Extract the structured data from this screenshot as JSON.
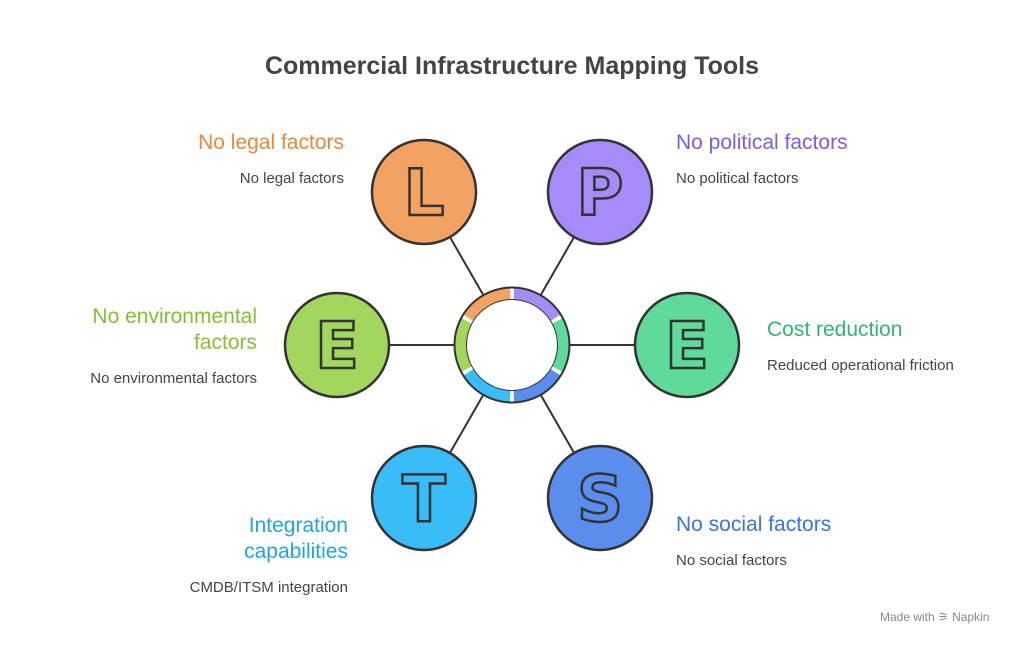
{
  "title": "Commercial Infrastructure Mapping Tools",
  "factors": [
    {
      "id": "legal",
      "letter": "L",
      "title": "No legal factors",
      "description": "No legal factors",
      "color": "#F4A261",
      "text_color": "#E8893A"
    },
    {
      "id": "political",
      "letter": "P",
      "title": "No political factors",
      "description": "No political factors",
      "color": "#A78BFA",
      "text_color": "#7B5CE6"
    },
    {
      "id": "economic",
      "letter": "E",
      "title": "Cost reduction",
      "description": "Reduced operational friction",
      "color": "#5EDB9A",
      "text_color": "#2FB574"
    },
    {
      "id": "social",
      "letter": "S",
      "title": "No social factors",
      "description": "No social factors",
      "color": "#5B8DEF",
      "text_color": "#3D73DA"
    },
    {
      "id": "technological",
      "letter": "T",
      "title": "Integration capabilities",
      "description": "CMDB/ITSM integration",
      "color": "#38BDF8",
      "text_color": "#1EA7DC"
    },
    {
      "id": "environmental",
      "letter": "E",
      "title": "No environmental factors",
      "description": "No environmental factors",
      "color": "#A3D65C",
      "text_color": "#86BF33"
    }
  ],
  "watermark": "Made with ⚞ Napkin"
}
